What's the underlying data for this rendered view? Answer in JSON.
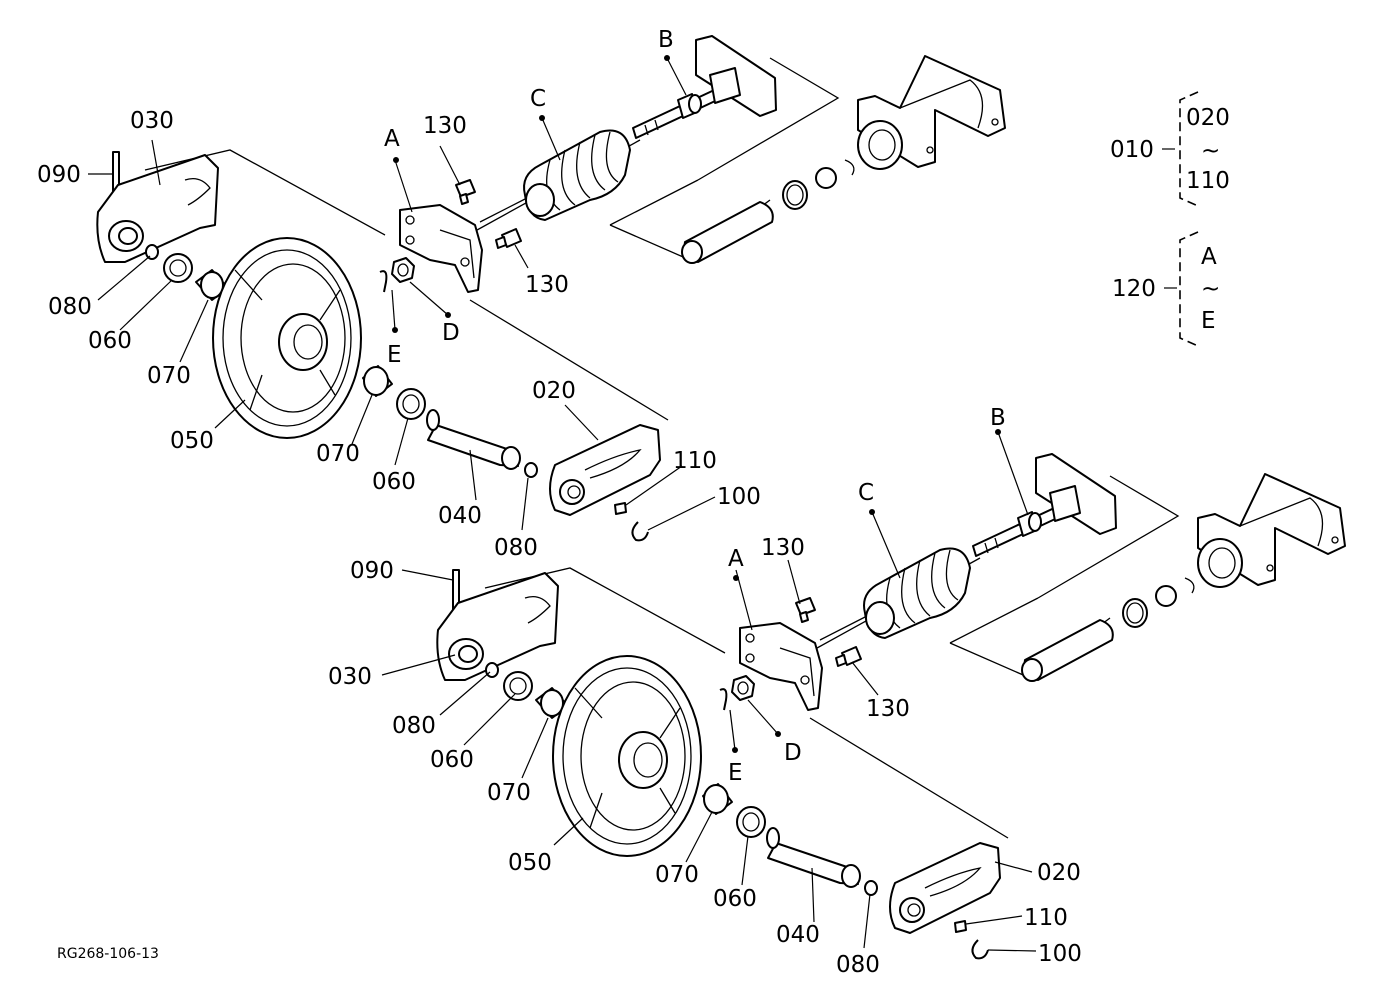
{
  "diagram": {
    "drawing_code": "RG268-106-13",
    "callouts": {
      "c010": "010",
      "c020": "020",
      "c030": "030",
      "c040": "040",
      "c050": "050",
      "c060": "060",
      "c070": "070",
      "c080": "080",
      "c090": "090",
      "c100": "100",
      "c110": "110",
      "c120": "120",
      "c130": "130",
      "cA": "A",
      "cB": "B",
      "cC": "C",
      "cD": "D",
      "cE": "E"
    },
    "legend": [
      {
        "label": "010",
        "from": "020",
        "sep": "~",
        "to": "110"
      },
      {
        "label": "120",
        "from": "A",
        "sep": "~",
        "to": "E"
      }
    ]
  }
}
